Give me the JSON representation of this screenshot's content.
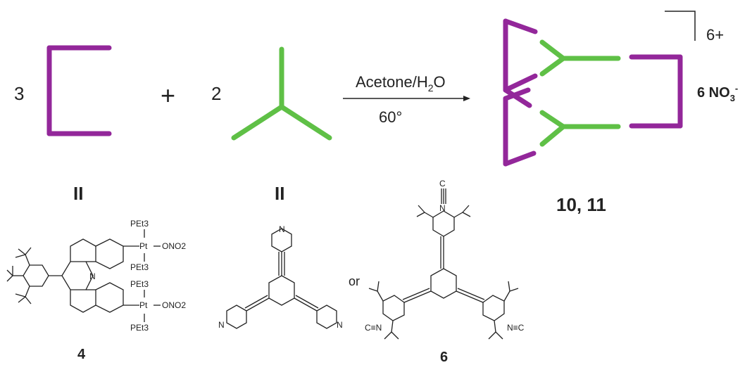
{
  "colors": {
    "purple": "#93279a",
    "green": "#5fc046",
    "text": "#222222"
  },
  "reaction": {
    "coef_a": "3",
    "plus": "+",
    "coef_b": "2",
    "conditions_top_pre": "Acetone/H",
    "conditions_top_sub": "2",
    "conditions_top_post": "O",
    "conditions_bottom": "60°",
    "charge": "6+",
    "counterion_pre": "6 NO",
    "counterion_sub": "3",
    "counterion_sup": "-"
  },
  "labels": {
    "donor_label": "II",
    "linker_label": "II",
    "product_label": "10,  11",
    "compound_4": "4",
    "compound_6": "6",
    "or_text": "or"
  },
  "compound_4_groups": {
    "pet3_a": "PEt3",
    "pt_a": "Pt",
    "ono2_a": "ONO2",
    "pet3_b": "PEt3",
    "pet3_c": "PEt3",
    "pt_b": "Pt",
    "ono2_b": "ONO2",
    "pet3_d": "PEt3",
    "n_acridine": "N"
  },
  "compound_5_groups": {
    "n_top": "N",
    "n_left": "N",
    "n_right": "N"
  },
  "compound_6_groups": {
    "c_top": "C",
    "n_top": "N",
    "nc_left": "C≡N",
    "nc_right": "N≡C"
  }
}
